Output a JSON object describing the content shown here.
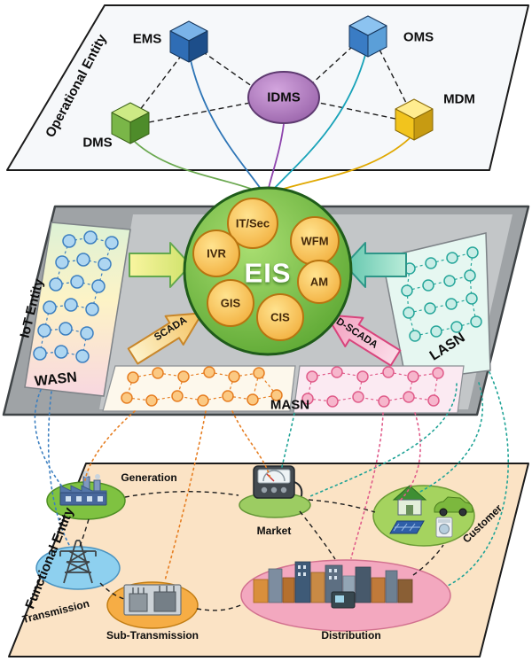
{
  "diagram": {
    "operational": {
      "label": "Operational Entity",
      "ems": "EMS",
      "oms": "OMS",
      "dms": "DMS",
      "mdm": "MDM",
      "idms": "IDMS"
    },
    "iot": {
      "label": "IoT Entity",
      "eis": "EIS",
      "modules": {
        "itsec": "IT/Sec",
        "wfm": "WFM",
        "ivr": "IVR",
        "am": "AM",
        "gis": "GIS",
        "cis": "CIS"
      },
      "networks": {
        "wasn": "WASN",
        "lasn": "LASN",
        "masn": "MASN"
      },
      "links": {
        "scada": "SCADA",
        "dscada": "D-SCADA"
      }
    },
    "functional": {
      "label": "Functional Entity",
      "generation": "Generation",
      "market": "Market",
      "customer": "Customer",
      "transmission": "Transmission",
      "subtransmission": "Sub-Transmission",
      "distribution": "Distribution"
    }
  },
  "colors": {
    "eis_green": "#4f9e28",
    "module_orange": "#efa32b",
    "idms_purple": "#8c549e",
    "cube_blue": "#2f6db5",
    "cube_green": "#7ab648",
    "cube_yellow": "#f2c41d",
    "wasn_node_blue": "#aed6f1",
    "lasn_node_teal": "#c8ede6",
    "masn_node_orange": "#fbc983",
    "masn_node_pink": "#f6b6cc",
    "functional_plane": "#fbe3c5"
  }
}
